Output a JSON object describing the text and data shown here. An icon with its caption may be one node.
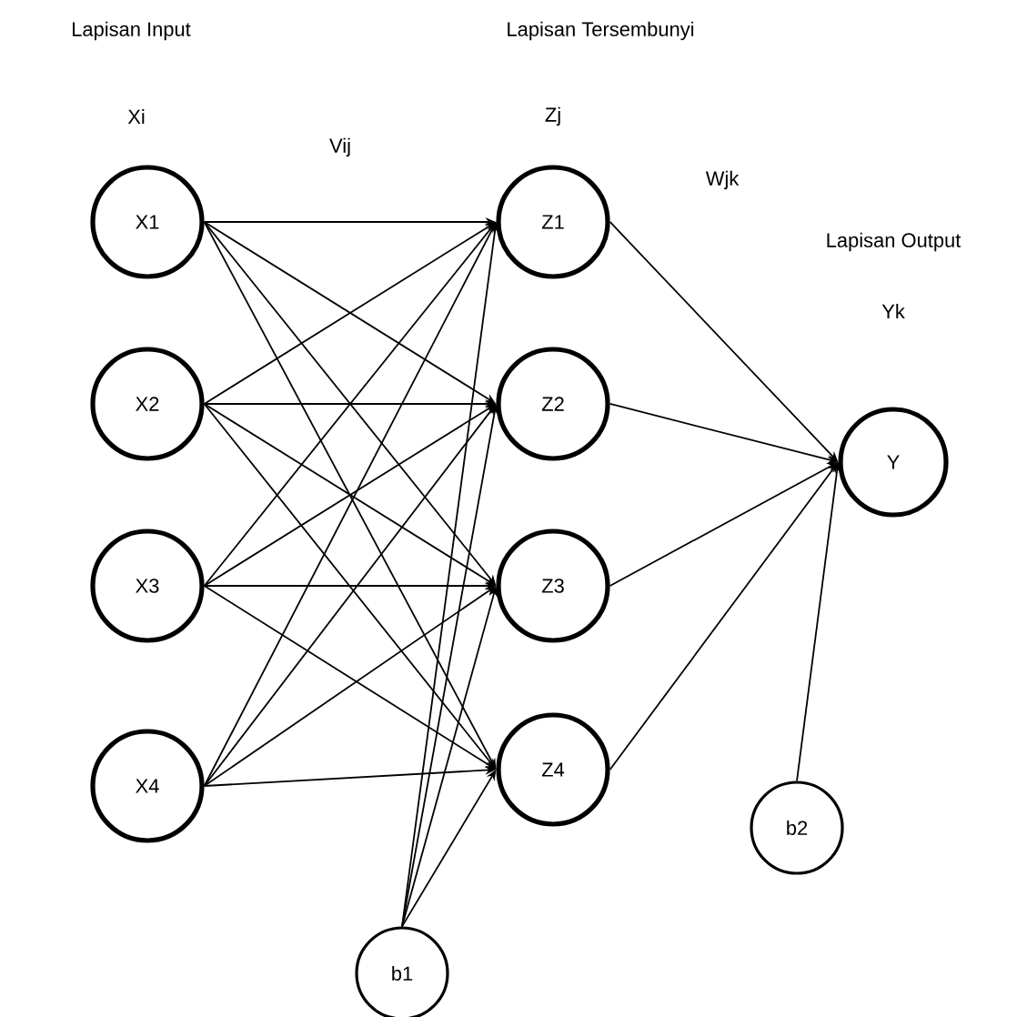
{
  "diagram": {
    "nodes": [
      {
        "text": [
          "X1"
        ]
      },
      {
        "text": [
          "X2"
        ]
      },
      {
        "text": [
          "X3"
        ]
      },
      {
        "text": [
          "X4"
        ]
      },
      {
        "text": [
          "Z1"
        ]
      },
      {
        "text": [
          "Z2"
        ]
      },
      {
        "text": [
          "Z3"
        ]
      },
      {
        "text": [
          "Z4"
        ]
      },
      {
        "text": [
          "Y"
        ]
      },
      {
        "text": [
          "b1"
        ]
      },
      {
        "text": [
          "b2"
        ]
      }
    ],
    "edges": [
      {
        "from": 0,
        "to": 4,
        "arrow": "to"
      },
      {
        "from": 0,
        "to": 5,
        "arrow": "to"
      },
      {
        "from": 0,
        "to": 6,
        "arrow": "to"
      },
      {
        "from": 0,
        "to": 7,
        "arrow": "to"
      },
      {
        "from": 1,
        "to": 4,
        "arrow": "to"
      },
      {
        "from": 1,
        "to": 5,
        "arrow": "to"
      },
      {
        "from": 1,
        "to": 6,
        "arrow": "to"
      },
      {
        "from": 1,
        "to": 7,
        "arrow": "to"
      },
      {
        "from": 2,
        "to": 4,
        "arrow": "to"
      },
      {
        "from": 2,
        "to": 5,
        "arrow": "to"
      },
      {
        "from": 2,
        "to": 6,
        "arrow": "to"
      },
      {
        "from": 2,
        "to": 7,
        "arrow": "to"
      },
      {
        "from": 3,
        "to": 4,
        "arrow": "to"
      },
      {
        "from": 3,
        "to": 5,
        "arrow": "to"
      },
      {
        "from": 3,
        "to": 6,
        "arrow": "to"
      },
      {
        "from": 3,
        "to": 7,
        "arrow": "to"
      },
      {
        "from": 9,
        "to": 4,
        "arrow": "to"
      },
      {
        "from": 9,
        "to": 5,
        "arrow": "to"
      },
      {
        "from": 9,
        "to": 6,
        "arrow": "to"
      },
      {
        "from": 9,
        "to": 7,
        "arrow": "to"
      },
      {
        "from": 4,
        "to": 8,
        "arrow": "to"
      },
      {
        "from": 5,
        "to": 8,
        "arrow": "to"
      },
      {
        "from": 6,
        "to": 8,
        "arrow": "to"
      },
      {
        "from": 7,
        "to": 8,
        "arrow": "to"
      },
      {
        "from": 10,
        "to": 8,
        "arrow": "to"
      }
    ],
    "labels": [
      "Lapisan Input",
      "Lapisan Tersembunyi",
      "Xi",
      "Zj",
      "Vij",
      "Wjk",
      "Lapisan Output",
      "Yk"
    ]
  }
}
